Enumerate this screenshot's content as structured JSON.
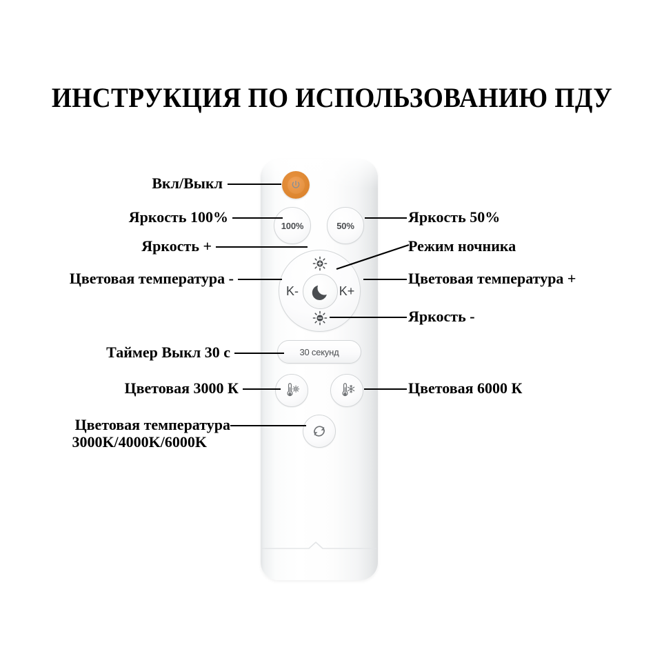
{
  "page": {
    "title": "ИНСТРУКЦИЯ ПО ИСПОЛЬЗОВАНИЮ ПДУ",
    "background_color": "#ffffff",
    "text_color": "#000000"
  },
  "device": {
    "name": "Пульт дистанционного управления",
    "body_color": "#ffffff",
    "accent_color": "#e08a35"
  },
  "buttons": {
    "power": {
      "icon": "power-icon",
      "label": "",
      "color": "#e08a35"
    },
    "brightness_100": {
      "label": "100%",
      "icon": ""
    },
    "brightness_50": {
      "label": "50%",
      "icon": ""
    },
    "brightness_up": {
      "label": "",
      "icon": "sun-plus-icon"
    },
    "brightness_down": {
      "label": "",
      "icon": "sun-minus-icon"
    },
    "kelvin_minus": {
      "label": "K-",
      "icon": ""
    },
    "kelvin_plus": {
      "label": "K+",
      "icon": ""
    },
    "night_mode": {
      "label": "",
      "icon": "moon-icon"
    },
    "timer": {
      "label": "30 секунд",
      "icon": ""
    },
    "warm_3000k": {
      "label": "",
      "icon": "thermometer-sun-icon"
    },
    "cool_6000k": {
      "label": "",
      "icon": "thermometer-snowflake-icon"
    },
    "cycle_temp": {
      "label": "",
      "icon": "refresh-cycle-icon"
    }
  },
  "callouts": {
    "left": [
      {
        "key": "power",
        "text": "Вкл/Выкл"
      },
      {
        "key": "brightness_100",
        "text": "Яркость 100%"
      },
      {
        "key": "brightness_up",
        "text": "Яркость +"
      },
      {
        "key": "kelvin_minus",
        "text": "Цветовая температура -"
      },
      {
        "key": "timer",
        "text": "Таймер Выкл 30 с"
      },
      {
        "key": "warm_3000k",
        "text": "Цветовая 3000 К"
      },
      {
        "key": "cycle_temp_line1",
        "text": "Цветовая температура"
      },
      {
        "key": "cycle_temp_line2",
        "text": "3000K/4000K/6000K"
      }
    ],
    "right": [
      {
        "key": "brightness_50",
        "text": "Яркость 50%"
      },
      {
        "key": "night_mode",
        "text": "Режим ночника"
      },
      {
        "key": "kelvin_plus",
        "text": "Цветовая температура +"
      },
      {
        "key": "brightness_down",
        "text": "Яркость -"
      },
      {
        "key": "cool_6000k",
        "text": "Цветовая 6000 К"
      }
    ]
  }
}
